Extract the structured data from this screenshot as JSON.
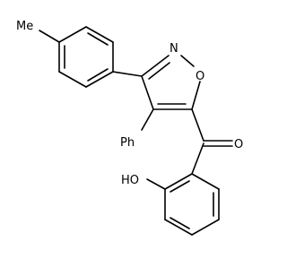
{
  "molecule": {
    "labels": {
      "methyl": "Me",
      "nitrogen": "N",
      "oxygen_ring": "O",
      "phenyl": "Ph",
      "oxygen_carbonyl": "O",
      "hydroxyl": "HO"
    }
  }
}
